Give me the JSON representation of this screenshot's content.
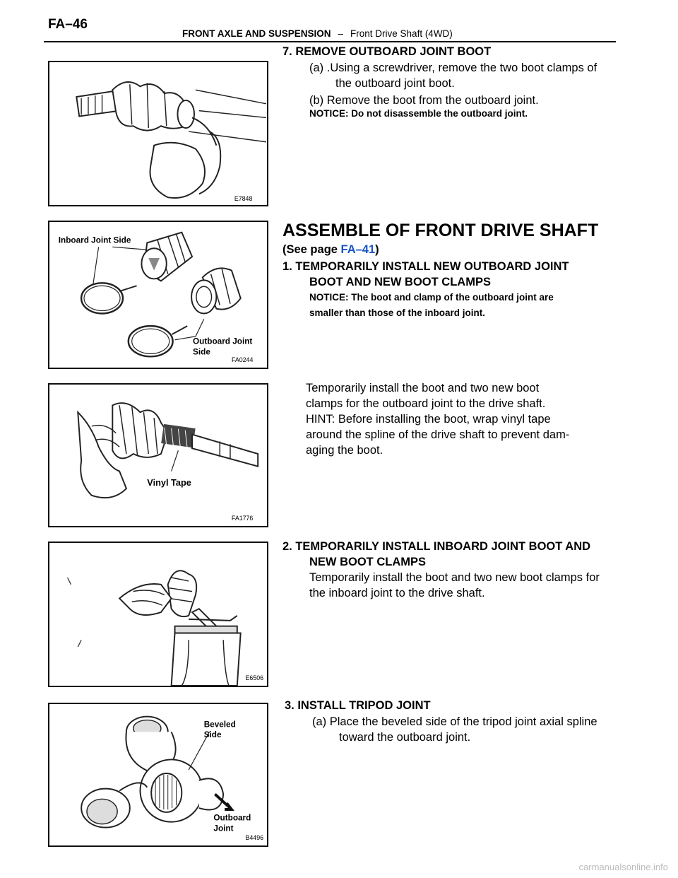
{
  "header": {
    "page_id": "FA–46",
    "section": "FRONT AXLE AND SUSPENSION",
    "separator": "–",
    "subsection": "Front Drive Shaft (4WD)"
  },
  "step7": {
    "title": "7. REMOVE OUTBOARD JOINT BOOT",
    "a_line1": "(a) .Using a screwdriver, remove the two boot clamps of",
    "a_line2": "the outboard joint boot.",
    "b": "(b) Remove the boot from the outboard joint.",
    "notice": "NOTICE: Do not disassemble the outboard joint.",
    "figure_code": "E7848"
  },
  "assemble": {
    "heading": "ASSEMBLE OF FRONT DRIVE SHAFT",
    "ref_prefix": "(See page ",
    "ref_link": "FA–41",
    "ref_suffix": ")",
    "step1_line1": "1. TEMPORARILY INSTALL NEW OUTBOARD JOINT",
    "step1_line2": "BOOT AND NEW BOOT CLAMPS",
    "notice_line1": "NOTICE: The boot and clamp of the outboard joint are",
    "notice_line2": "smaller than those of the inboard joint.",
    "fig_label_inboard": "Inboard Joint Side",
    "fig_label_outboard_1": "Outboard Joint",
    "fig_label_outboard_2": "Side",
    "figure_code": "FA0244"
  },
  "step1_body": {
    "line1": "Temporarily install the boot and two new boot",
    "line2": "clamps for the outboard joint to the drive shaft.",
    "line3": "HINT: Before installing the boot, wrap vinyl tape",
    "line4": "around the spline of the drive shaft to prevent dam-",
    "line5": "aging the boot.",
    "fig_label": "Vinyl Tape",
    "figure_code": "FA1776"
  },
  "step2": {
    "title_line1": "2. TEMPORARILY INSTALL INBOARD JOINT BOOT AND",
    "title_line2": "NEW BOOT CLAMPS",
    "body_line1": "Temporarily install the boot and two new boot clamps for",
    "body_line2": "the inboard joint to the drive shaft.",
    "figure_code": "E6506"
  },
  "step3": {
    "title": "3. INSTALL TRIPOD JOINT",
    "a_line1": "(a) Place the beveled side of the tripod joint axial spline",
    "a_line2": "toward the outboard joint.",
    "fig_label_beveled_1": "Beveled",
    "fig_label_beveled_2": "Side",
    "fig_label_outboard_1": "Outboard",
    "fig_label_outboard_2": "Joint",
    "figure_code": "B4496"
  },
  "footer": {
    "watermark": "carmanualsonline.info"
  }
}
